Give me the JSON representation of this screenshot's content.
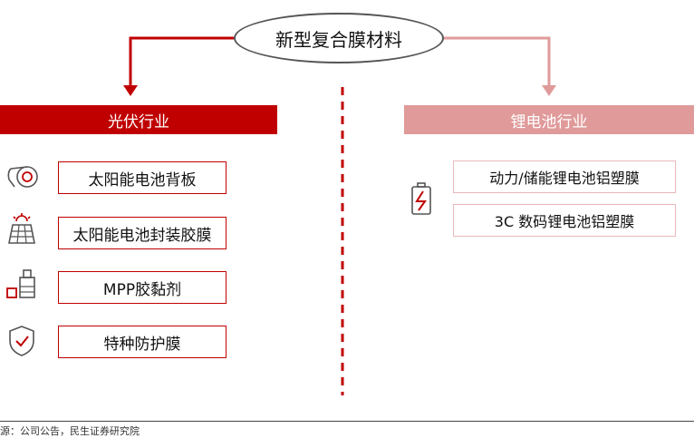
{
  "center": {
    "title": "新型复合膜材料"
  },
  "left": {
    "header": "光伏行业",
    "items": [
      {
        "label": "太阳能电池背板",
        "icon": "tape-roll-icon"
      },
      {
        "label": "太阳能电池封装胶膜",
        "icon": "solar-panel-icon"
      },
      {
        "label": "MPP胶黏剂",
        "icon": "glue-bottle-icon"
      },
      {
        "label": "特种防护膜",
        "icon": "shield-check-icon"
      }
    ]
  },
  "right": {
    "header": "锂电池行业",
    "icon": "battery-charge-icon",
    "items": [
      {
        "label": "动力/储能锂电池铝塑膜"
      },
      {
        "label": "3C 数码锂电池铝塑膜"
      }
    ]
  },
  "source": "源：公司公告，民生证券研究院",
  "colors": {
    "dark_red": "#c00000",
    "light_red": "#e09a9a",
    "icon_gray": "#555555"
  }
}
